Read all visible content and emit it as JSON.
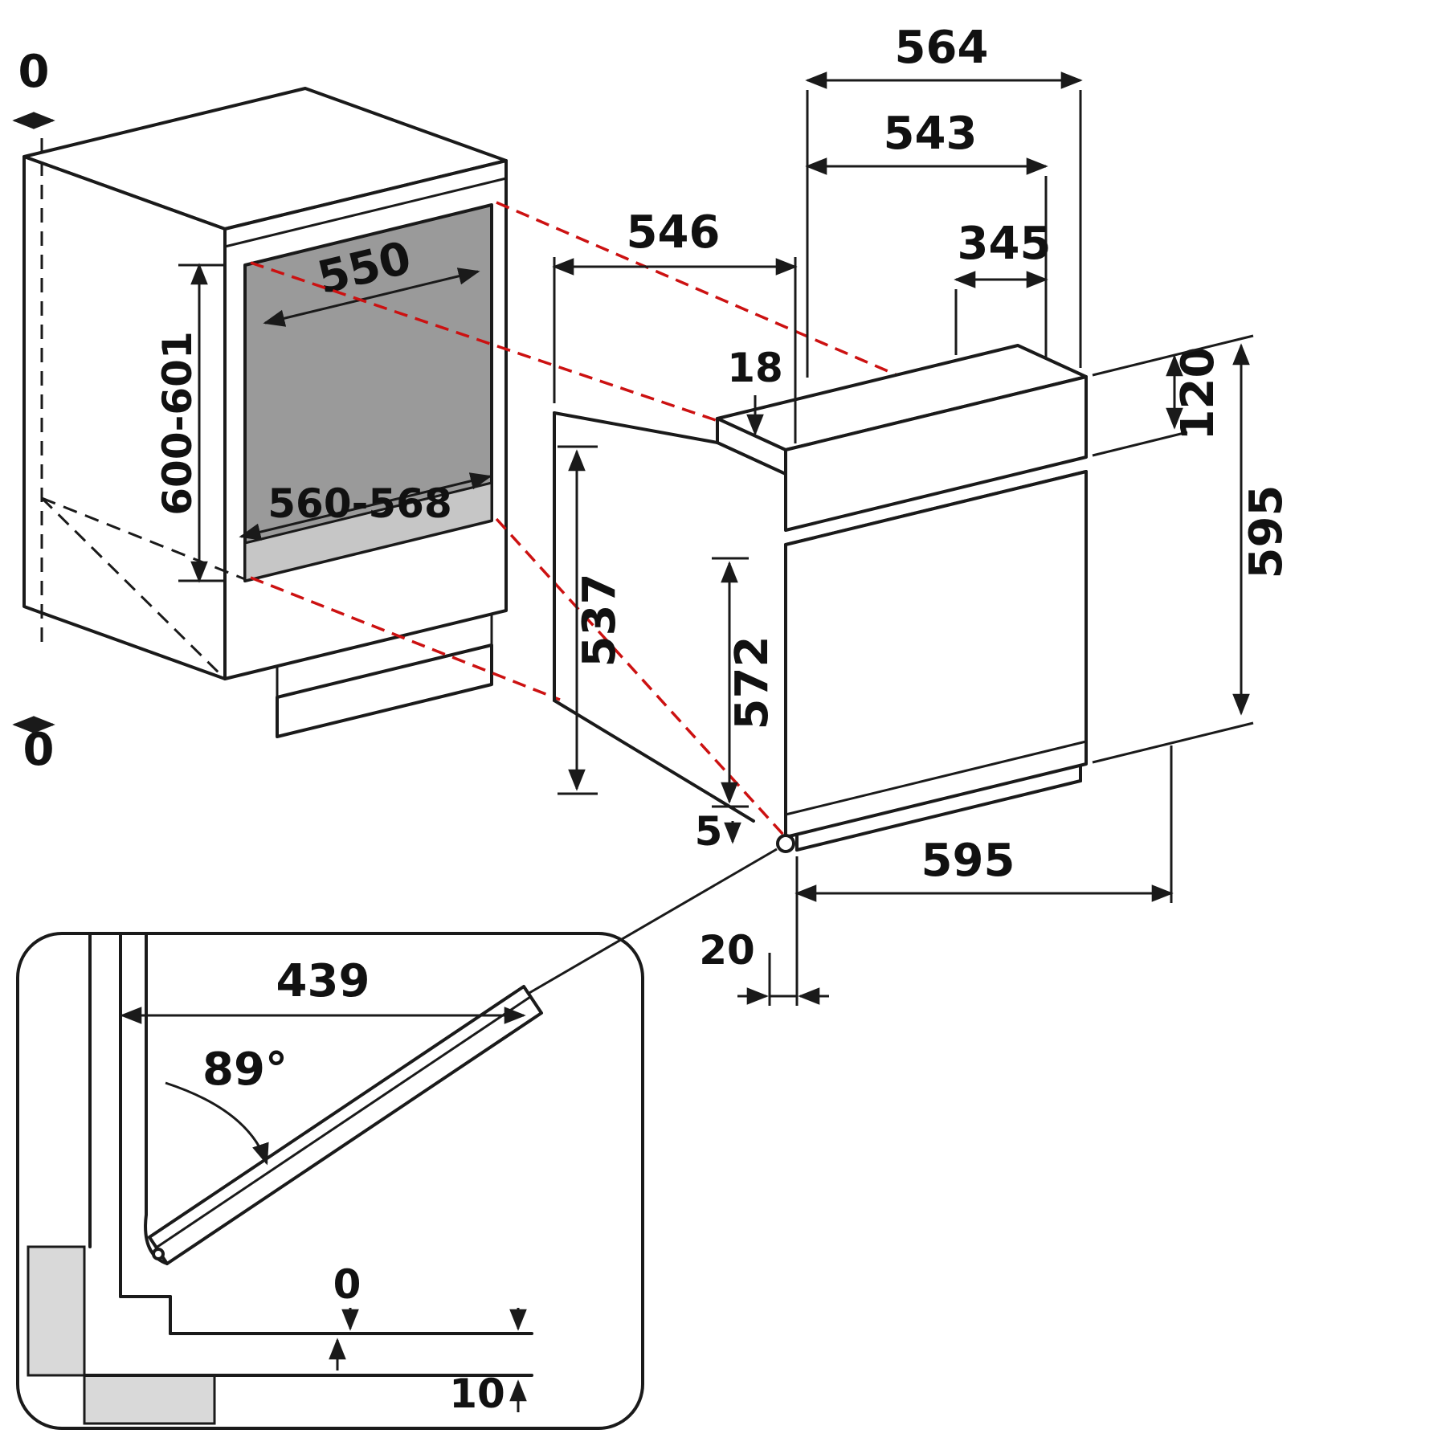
{
  "colors": {
    "line": "#1a1a1a",
    "projection_red": "#cc1111",
    "niche_dark": "#9a9a9a",
    "niche_floor": "#c6c6c6",
    "inset_gray": "#d9d9d9"
  },
  "cabinet": {
    "top_gap": "0",
    "bottom_gap": "0",
    "niche_height": "600-601",
    "niche_depth": "550",
    "niche_width": "560-568"
  },
  "oven": {
    "depth_overall": "564",
    "depth_body": "543",
    "depth_builtin": "546",
    "depth_345": "345",
    "top_step": "18",
    "panel_height": "120",
    "height": "595",
    "side_height": "537",
    "rear_height": "572",
    "foot_gap": "5",
    "width": "595",
    "plinth_recess": "20"
  },
  "detail": {
    "door_length": "439",
    "door_angle": "89°",
    "gap_zero": "0",
    "gap_bottom": "10"
  }
}
